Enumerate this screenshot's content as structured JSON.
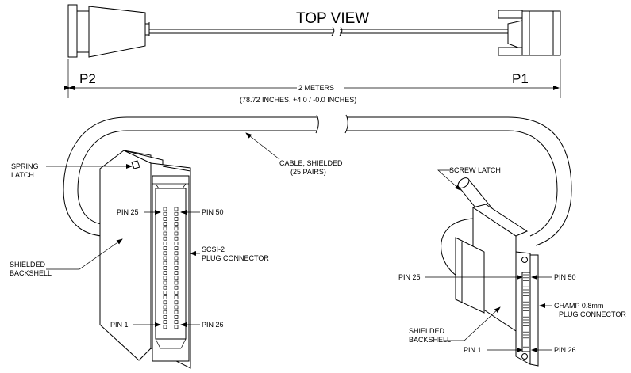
{
  "diagram": {
    "top_view_title": "TOP VIEW",
    "p2_label": "P2",
    "p1_label": "P1",
    "length_label": "2 METERS",
    "length_detail": "(78.72 INCHES, +4.0 / -0.0 INCHES)",
    "labels": {
      "spring_latch_1": "SPRING",
      "spring_latch_2": "LATCH",
      "cable_1": "CABLE, SHIELDED",
      "cable_2": "(25 PAIRS)",
      "screw_latch": "SCREW LATCH",
      "left_pin25": "PIN 25",
      "left_pin50": "PIN 50",
      "scsi_1": "SCSI-2",
      "scsi_2": "PLUG CONNECTOR",
      "left_backshell_1": "SHIELDED",
      "left_backshell_2": "BACKSHELL",
      "left_pin1": "PIN 1",
      "left_pin26": "PIN 26",
      "right_pin25": "PIN 25",
      "right_pin50": "PIN 50",
      "champ_1": "CHAMP 0.8mm",
      "champ_2": "PLUG CONNECTOR",
      "right_backshell_1": "SHIELDED",
      "right_backshell_2": "BACKSHELL",
      "right_pin1": "PIN 1",
      "right_pin26": "PIN 26"
    }
  }
}
